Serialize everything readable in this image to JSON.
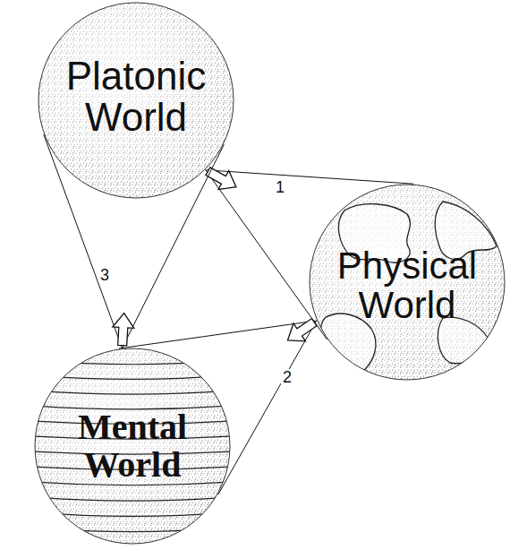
{
  "diagram": {
    "nodes": [
      {
        "text": [
          "Platonic World"
        ]
      },
      {
        "text": [
          "Physical World"
        ]
      },
      {
        "text": [
          "Mental World"
        ]
      }
    ],
    "edges": [
      {
        "from": 0,
        "to": 1,
        "arrow": "to",
        "label": "1"
      },
      {
        "from": 1,
        "to": 2,
        "arrow": "to",
        "label": "2"
      },
      {
        "from": 2,
        "to": 0,
        "arrow": "to",
        "label": "3"
      }
    ]
  }
}
